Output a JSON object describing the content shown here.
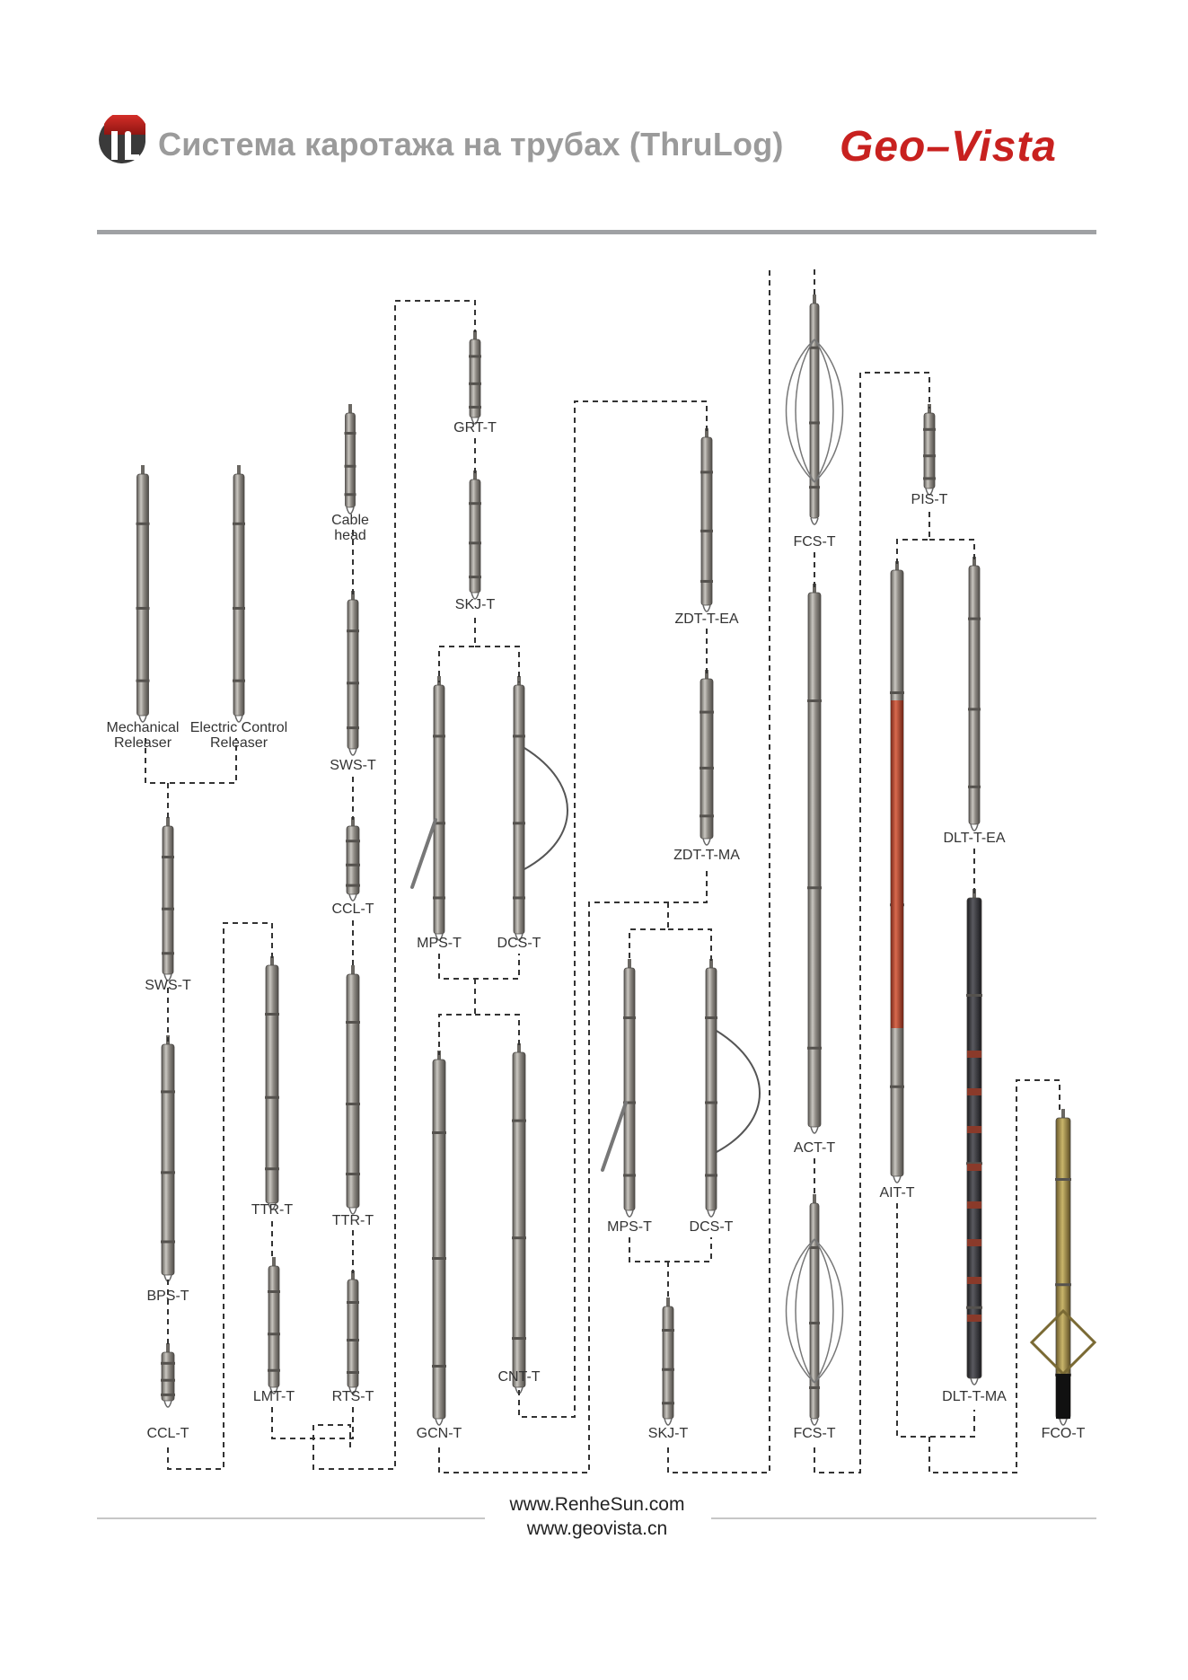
{
  "header": {
    "title": "Система каротажа на трубах (ThruLog)",
    "brand": "Geo–Vista",
    "logo_icon": "thrulog-logo-icon"
  },
  "colors": {
    "brand_red": "#c8211f",
    "title_gray": "#9b9b9b",
    "tool_steel": "#8a8782",
    "tool_red": "#b54a32",
    "tool_dark": "#2f2f33",
    "connector": "#333333"
  },
  "tools": [
    {
      "id": "mechanical-releaser",
      "label": [
        "Mechanical",
        "Releaser"
      ]
    },
    {
      "id": "electric-control-releaser",
      "label": [
        "Electric Control",
        "Releaser"
      ]
    },
    {
      "id": "sws-t-1",
      "label": [
        "SWS-T"
      ]
    },
    {
      "id": "bps-t",
      "label": [
        "BPS-T"
      ]
    },
    {
      "id": "ccl-t-1",
      "label": [
        "CCL-T"
      ]
    },
    {
      "id": "cable-head",
      "label": [
        "Cable",
        "head"
      ]
    },
    {
      "id": "sws-t-2",
      "label": [
        "SWS-T"
      ]
    },
    {
      "id": "ccl-t-2",
      "label": [
        "CCL-T"
      ]
    },
    {
      "id": "ttr-t-1",
      "label": [
        "TTR-T"
      ]
    },
    {
      "id": "lmt-t",
      "label": [
        "LMT-T"
      ]
    },
    {
      "id": "ttr-t-2",
      "label": [
        "TTR-T"
      ]
    },
    {
      "id": "rts-t",
      "label": [
        "RTS-T"
      ]
    },
    {
      "id": "grt-t",
      "label": [
        "GRT-T"
      ]
    },
    {
      "id": "skj-t-1",
      "label": [
        "SKJ-T"
      ]
    },
    {
      "id": "mps-t-1",
      "label": [
        "MPS-T"
      ]
    },
    {
      "id": "dcs-t-1",
      "label": [
        "DCS-T"
      ]
    },
    {
      "id": "gcn-t",
      "label": [
        "GCN-T"
      ]
    },
    {
      "id": "cnt-t",
      "label": [
        "CNT-T"
      ]
    },
    {
      "id": "zdt-t-ea",
      "label": [
        "ZDT-T-EA"
      ]
    },
    {
      "id": "zdt-t-ma",
      "label": [
        "ZDT-T-MA"
      ]
    },
    {
      "id": "mps-t-2",
      "label": [
        "MPS-T"
      ]
    },
    {
      "id": "dcs-t-2",
      "label": [
        "DCS-T"
      ]
    },
    {
      "id": "skj-t-2",
      "label": [
        "SKJ-T"
      ]
    },
    {
      "id": "fcs-t-1",
      "label": [
        "FCS-T"
      ]
    },
    {
      "id": "act-t",
      "label": [
        "ACT-T"
      ]
    },
    {
      "id": "fcs-t-2",
      "label": [
        "FCS-T"
      ]
    },
    {
      "id": "pis-t",
      "label": [
        "PIS-T"
      ]
    },
    {
      "id": "ait-t",
      "label": [
        "AIT-T"
      ]
    },
    {
      "id": "dlt-t-ea",
      "label": [
        "DLT-T-EA"
      ]
    },
    {
      "id": "dlt-t-ma",
      "label": [
        "DLT-T-MA"
      ]
    },
    {
      "id": "fco-t",
      "label": [
        "FCO-T"
      ]
    }
  ],
  "footer": {
    "url1": "www.RenheSun.com",
    "url2": "www.geovista.cn"
  }
}
